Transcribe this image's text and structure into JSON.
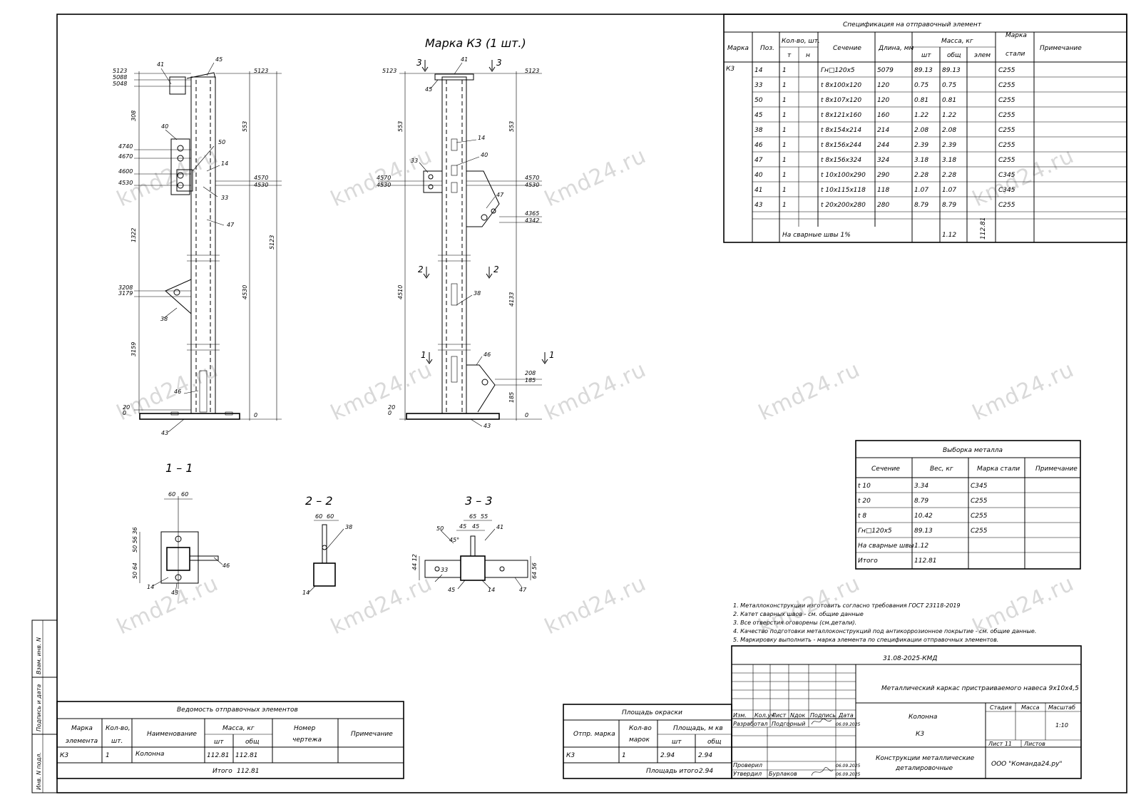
{
  "drawing_title": "Марка К3 (1 шт.)",
  "watermark": "kmd24.ru",
  "section_labels": [
    "1 – 1",
    "2 – 2",
    "3 – 3"
  ],
  "cut_marks": [
    "3",
    "2",
    "1"
  ],
  "spec": {
    "title": "Спецификация на отправочный элемент",
    "headers": {
      "mark": "Марка",
      "pos": "Поз.",
      "count": "Кол-во, шт.",
      "t": "т",
      "n": "н",
      "section": "Сечение",
      "length": "Длина, мм",
      "mass": "Масса, кг",
      "pcs": "шт",
      "total": "общ",
      "elem": "элем",
      "steel": "Марка стали",
      "note": "Примечание"
    },
    "mark_value": "К3",
    "rows": [
      {
        "pos": "14",
        "qty": "1",
        "section": "Гн□120х5",
        "length": "5079",
        "pcs": "89.13",
        "total": "89.13",
        "steel": "С255"
      },
      {
        "pos": "33",
        "qty": "1",
        "section": "t 8x100x120",
        "length": "120",
        "pcs": "0.75",
        "total": "0.75",
        "steel": "С255"
      },
      {
        "pos": "50",
        "qty": "1",
        "section": "t 8x107x120",
        "length": "120",
        "pcs": "0.81",
        "total": "0.81",
        "steel": "С255"
      },
      {
        "pos": "45",
        "qty": "1",
        "section": "t 8x121x160",
        "length": "160",
        "pcs": "1.22",
        "total": "1.22",
        "steel": "С255"
      },
      {
        "pos": "38",
        "qty": "1",
        "section": "t 8x154x214",
        "length": "214",
        "pcs": "2.08",
        "total": "2.08",
        "steel": "С255"
      },
      {
        "pos": "46",
        "qty": "1",
        "section": "t 8x156x244",
        "length": "244",
        "pcs": "2.39",
        "total": "2.39",
        "steel": "С255"
      },
      {
        "pos": "47",
        "qty": "1",
        "section": "t 8x156x324",
        "length": "324",
        "pcs": "3.18",
        "total": "3.18",
        "steel": "С255"
      },
      {
        "pos": "40",
        "qty": "1",
        "section": "t 10x100x290",
        "length": "290",
        "pcs": "2.28",
        "total": "2.28",
        "steel": "С345"
      },
      {
        "pos": "41",
        "qty": "1",
        "section": "t 10x115x118",
        "length": "118",
        "pcs": "1.07",
        "total": "1.07",
        "steel": "С345"
      },
      {
        "pos": "43",
        "qty": "1",
        "section": "t 20x200x280",
        "length": "280",
        "pcs": "8.79",
        "total": "8.79",
        "steel": "С255"
      }
    ],
    "weld_label": "На сварные швы 1%",
    "weld_value": "1.12",
    "elem_mass": "112.81"
  },
  "metal": {
    "title": "Выборка металла",
    "headers": [
      "Сечение",
      "Вес, кг",
      "Марка стали",
      "Примечание"
    ],
    "rows": [
      [
        "t 10",
        "3.34",
        "С345"
      ],
      [
        "t 20",
        "8.79",
        "С255"
      ],
      [
        "t 8",
        "10.42",
        "С255"
      ],
      [
        "Гн□120х5",
        "89.13",
        "С255"
      ],
      [
        "На сварные швы",
        "1.12",
        ""
      ],
      [
        "Итого",
        "112.81",
        ""
      ]
    ]
  },
  "notes": [
    "1. Металлоконструкции изготовить согласно требования ГОСТ 23118-2019",
    "2. Катет сварных швов - см. общие данные",
    "3. Все отверстия оговорены (см.детали).",
    "4. Качество подготовки металлоконструкций под антикоррозионное покрытие - см. общие данные.",
    "5. Маркировку выполнить - марка элемента по спецификации отправочных элементов."
  ],
  "shipping": {
    "title": "Ведомость отправочных элементов",
    "headers": {
      "mark": "Марка элемента",
      "qty": "Кол-во, шт.",
      "name": "Наименование",
      "mass": "Масса, кг",
      "pcs": "шт",
      "total": "общ",
      "drawing": "Номер чертежа",
      "note": "Примечание"
    },
    "row": {
      "mark": "К3",
      "qty": "1",
      "name": "Колонна",
      "pcs": "112.81",
      "total": "112.81"
    },
    "total_label": "Итого",
    "total_value": "112.81"
  },
  "paint": {
    "title": "Площадь окраски",
    "headers": {
      "mark": "Отпр. марка",
      "qty": "Кол-во марок",
      "area": "Площадь, м кв",
      "pcs": "шт",
      "total": "общ"
    },
    "row": {
      "mark": "К3",
      "qty": "1",
      "pcs": "2.94",
      "total": "2.94"
    },
    "total_label": "Площадь итого",
    "total_value": "2.94"
  },
  "stamp": {
    "code": "31.08-2025-КМД",
    "project": "Металлический каркас пристраиваемого навеса 9х10х4,5",
    "h_izm": "Изм.",
    "h_kol": "Кол.уч",
    "h_list": "Лист",
    "h_ndok": "Nдок",
    "h_podp": "Подпись",
    "h_date": "Дата",
    "developed": "Разработал",
    "developer": "Подгорный",
    "date1": "06.09.2025",
    "checked": "Проверил",
    "approved": "Утвердил",
    "approver": "Бурлаков",
    "date2": "06.09.2025",
    "date3": "06.09.2025",
    "element_name": "Колонна",
    "element_mark": "К3",
    "stage": "Стадия",
    "mass": "Масса",
    "scale": "Масштаб",
    "scale_value": "1:10",
    "sheet": "Лист 11",
    "sheets": "Листов",
    "doc_title": "Конструкции металлические деталировочные",
    "company": "ООО \"Команда24.ру\""
  },
  "side_stamp": [
    "Взам. инв. N",
    "Подпись и дата",
    "Инв. N подл."
  ]
}
